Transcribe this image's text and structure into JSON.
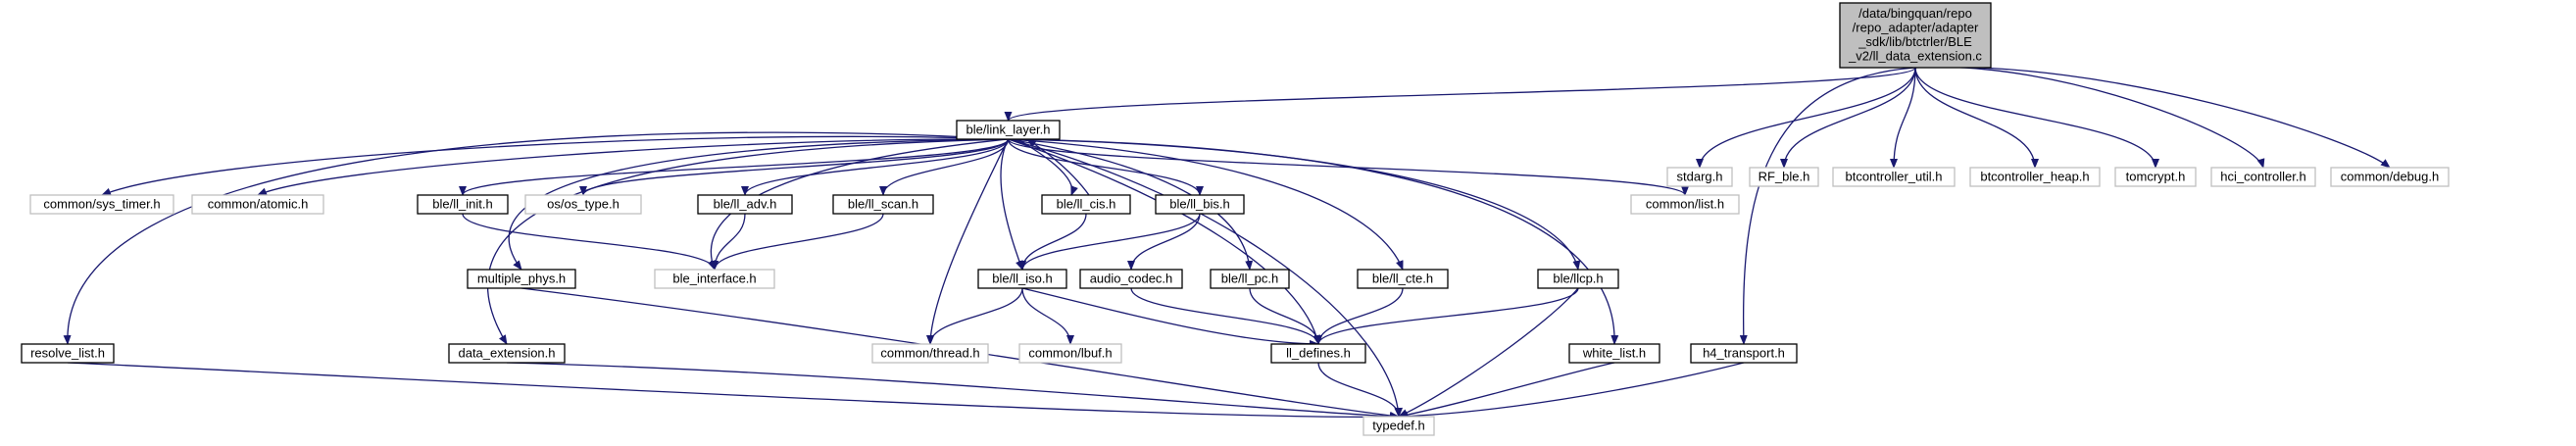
{
  "colors": {
    "edge": "#191970",
    "root_fill": "#bfbfbf",
    "root_stroke": "#000000",
    "documented_stroke": "#000000",
    "external_stroke": "#bfbfbf",
    "text": "#000000"
  },
  "nodes": [
    {
      "id": "root",
      "kind": "root",
      "lines": [
        "/data/bingquan/repo",
        "/repo_adapter/adapter",
        "_sdk/lib/btctrler/BLE",
        "_v2/ll_data_extension.c"
      ]
    },
    {
      "id": "link_layer",
      "kind": "documented",
      "lines": [
        "ble/link_layer.h"
      ]
    },
    {
      "id": "stdarg",
      "kind": "external",
      "lines": [
        "stdarg.h"
      ]
    },
    {
      "id": "rf_ble",
      "kind": "external",
      "lines": [
        "RF_ble.h"
      ]
    },
    {
      "id": "btcontroller_util",
      "kind": "external",
      "lines": [
        "btcontroller_util.h"
      ]
    },
    {
      "id": "btcontroller_heap",
      "kind": "external",
      "lines": [
        "btcontroller_heap.h"
      ]
    },
    {
      "id": "tomcrypt",
      "kind": "external",
      "lines": [
        "tomcrypt.h"
      ]
    },
    {
      "id": "hci_controller",
      "kind": "external",
      "lines": [
        "hci_controller.h"
      ]
    },
    {
      "id": "common_debug",
      "kind": "external",
      "lines": [
        "common/debug.h"
      ]
    },
    {
      "id": "sys_timer",
      "kind": "external",
      "lines": [
        "common/sys_timer.h"
      ]
    },
    {
      "id": "atomic",
      "kind": "external",
      "lines": [
        "common/atomic.h"
      ]
    },
    {
      "id": "ll_init",
      "kind": "documented",
      "lines": [
        "ble/ll_init.h"
      ]
    },
    {
      "id": "os_type",
      "kind": "external",
      "lines": [
        "os/os_type.h"
      ]
    },
    {
      "id": "ll_adv",
      "kind": "documented",
      "lines": [
        "ble/ll_adv.h"
      ]
    },
    {
      "id": "ll_scan",
      "kind": "documented",
      "lines": [
        "ble/ll_scan.h"
      ]
    },
    {
      "id": "ll_cis",
      "kind": "documented",
      "lines": [
        "ble/ll_cis.h"
      ]
    },
    {
      "id": "ll_bis",
      "kind": "documented",
      "lines": [
        "ble/ll_bis.h"
      ]
    },
    {
      "id": "common_list",
      "kind": "external",
      "lines": [
        "common/list.h"
      ]
    },
    {
      "id": "multiple_phys",
      "kind": "documented",
      "lines": [
        "multiple_phys.h"
      ]
    },
    {
      "id": "ble_interface",
      "kind": "external",
      "lines": [
        "ble_interface.h"
      ]
    },
    {
      "id": "ll_iso",
      "kind": "documented",
      "lines": [
        "ble/ll_iso.h"
      ]
    },
    {
      "id": "audio_codec",
      "kind": "documented",
      "lines": [
        "audio_codec.h"
      ]
    },
    {
      "id": "ll_pc",
      "kind": "documented",
      "lines": [
        "ble/ll_pc.h"
      ]
    },
    {
      "id": "ll_cte",
      "kind": "documented",
      "lines": [
        "ble/ll_cte.h"
      ]
    },
    {
      "id": "llcp",
      "kind": "documented",
      "lines": [
        "ble/llcp.h"
      ]
    },
    {
      "id": "resolve_list",
      "kind": "documented",
      "lines": [
        "resolve_list.h"
      ]
    },
    {
      "id": "data_extension",
      "kind": "documented",
      "lines": [
        "data_extension.h"
      ]
    },
    {
      "id": "common_thread",
      "kind": "external",
      "lines": [
        "common/thread.h"
      ]
    },
    {
      "id": "common_lbuf",
      "kind": "external",
      "lines": [
        "common/lbuf.h"
      ]
    },
    {
      "id": "ll_defines",
      "kind": "documented",
      "lines": [
        "ll_defines.h"
      ]
    },
    {
      "id": "white_list",
      "kind": "documented",
      "lines": [
        "white_list.h"
      ]
    },
    {
      "id": "h4_transport",
      "kind": "documented",
      "lines": [
        "h4_transport.h"
      ]
    },
    {
      "id": "typedef",
      "kind": "external",
      "lines": [
        "typedef.h"
      ]
    }
  ],
  "edges": [
    {
      "from": "root",
      "to": "link_layer"
    },
    {
      "from": "root",
      "to": "stdarg"
    },
    {
      "from": "root",
      "to": "rf_ble"
    },
    {
      "from": "root",
      "to": "btcontroller_util"
    },
    {
      "from": "root",
      "to": "btcontroller_heap"
    },
    {
      "from": "root",
      "to": "tomcrypt"
    },
    {
      "from": "root",
      "to": "hci_controller"
    },
    {
      "from": "root",
      "to": "common_debug"
    },
    {
      "from": "root",
      "to": "h4_transport"
    },
    {
      "from": "link_layer",
      "to": "sys_timer"
    },
    {
      "from": "link_layer",
      "to": "atomic"
    },
    {
      "from": "link_layer",
      "to": "ll_init"
    },
    {
      "from": "link_layer",
      "to": "os_type"
    },
    {
      "from": "link_layer",
      "to": "ll_adv"
    },
    {
      "from": "link_layer",
      "to": "ll_scan"
    },
    {
      "from": "link_layer",
      "to": "ll_cis"
    },
    {
      "from": "ll_cis",
      "to": "link_layer"
    },
    {
      "from": "link_layer",
      "to": "ll_bis"
    },
    {
      "from": "link_layer",
      "to": "common_list"
    },
    {
      "from": "link_layer",
      "to": "multiple_phys"
    },
    {
      "from": "link_layer",
      "to": "ble_interface"
    },
    {
      "from": "link_layer",
      "to": "ll_iso"
    },
    {
      "from": "link_layer",
      "to": "ll_pc"
    },
    {
      "from": "link_layer",
      "to": "ll_cte"
    },
    {
      "from": "link_layer",
      "to": "llcp"
    },
    {
      "from": "link_layer",
      "to": "resolve_list"
    },
    {
      "from": "link_layer",
      "to": "data_extension"
    },
    {
      "from": "link_layer",
      "to": "common_thread"
    },
    {
      "from": "link_layer",
      "to": "ll_defines"
    },
    {
      "from": "link_layer",
      "to": "white_list"
    },
    {
      "from": "link_layer",
      "to": "typedef"
    },
    {
      "from": "ll_init",
      "to": "ble_interface"
    },
    {
      "from": "ll_adv",
      "to": "ble_interface"
    },
    {
      "from": "ll_scan",
      "to": "ble_interface"
    },
    {
      "from": "ll_cis",
      "to": "ll_iso"
    },
    {
      "from": "ll_bis",
      "to": "ll_iso"
    },
    {
      "from": "ll_bis",
      "to": "audio_codec"
    },
    {
      "from": "ll_iso",
      "to": "common_thread"
    },
    {
      "from": "ll_iso",
      "to": "common_lbuf"
    },
    {
      "from": "ll_iso",
      "to": "ll_defines"
    },
    {
      "from": "audio_codec",
      "to": "ll_defines"
    },
    {
      "from": "ll_pc",
      "to": "ll_defines"
    },
    {
      "from": "ll_cte",
      "to": "ll_defines"
    },
    {
      "from": "llcp",
      "to": "ll_defines"
    },
    {
      "from": "llcp",
      "to": "typedef"
    },
    {
      "from": "multiple_phys",
      "to": "typedef"
    },
    {
      "from": "resolve_list",
      "to": "typedef"
    },
    {
      "from": "data_extension",
      "to": "typedef"
    },
    {
      "from": "ll_defines",
      "to": "typedef"
    },
    {
      "from": "white_list",
      "to": "typedef"
    },
    {
      "from": "h4_transport",
      "to": "typedef"
    }
  ]
}
